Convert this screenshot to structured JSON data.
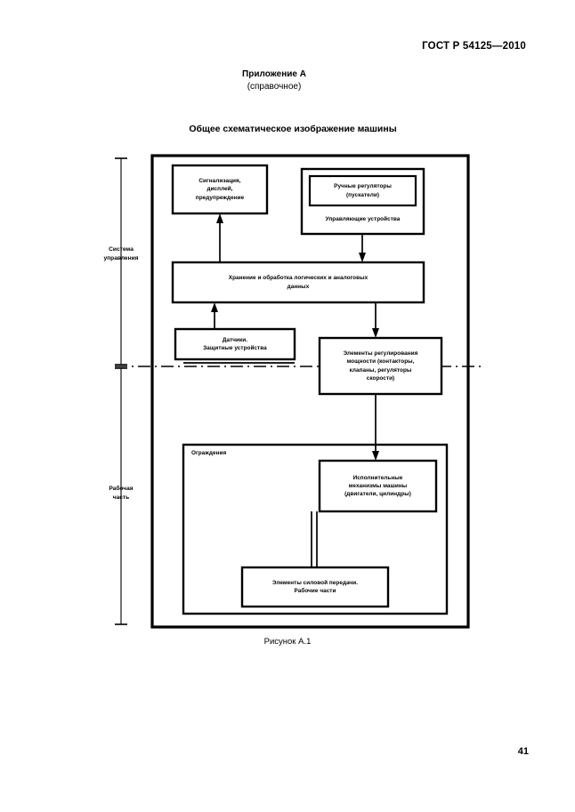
{
  "document": {
    "standard_header": "ГОСТ Р 54125—2010",
    "appendix_title": "Приложение А",
    "appendix_subtitle": "(справочное)",
    "figure_title": "Общее схематическое изображение машины",
    "figure_caption": "Рисунок А.1",
    "page_number": "41"
  },
  "diagram": {
    "brackets": [
      {
        "id": "control-system",
        "label": "Система\nуправления"
      },
      {
        "id": "working-part",
        "label": "Рабочая\nчасть"
      }
    ],
    "boxes": [
      {
        "id": "signalling",
        "label": "Сигнализация,\nдисплей,\nпредупреждение"
      },
      {
        "id": "control-devices",
        "label": "Управляющие устройства"
      },
      {
        "id": "manual-controls",
        "label": "Ручные регуляторы\n(пускатели)"
      },
      {
        "id": "logic-processing",
        "label": "Хранение и обработка логических и аналоговых\nданных"
      },
      {
        "id": "sensors",
        "label": "Датчики.\nЗащитные устройства"
      },
      {
        "id": "power-regulation",
        "label": "Элементы регулирования\nмощности (контакторы,\nклапаны, регуляторы\nскорости)"
      },
      {
        "id": "guards",
        "label": "Ограждения"
      },
      {
        "id": "actuators",
        "label": "Исполнительные\nмеханизмы машины\n(двигатели, цилиндры)"
      },
      {
        "id": "power-transmission",
        "label": "Элементы силовой передачи.\nРабочие части"
      }
    ],
    "colors": {
      "ink": "#000000",
      "paper": "#ffffff"
    }
  }
}
